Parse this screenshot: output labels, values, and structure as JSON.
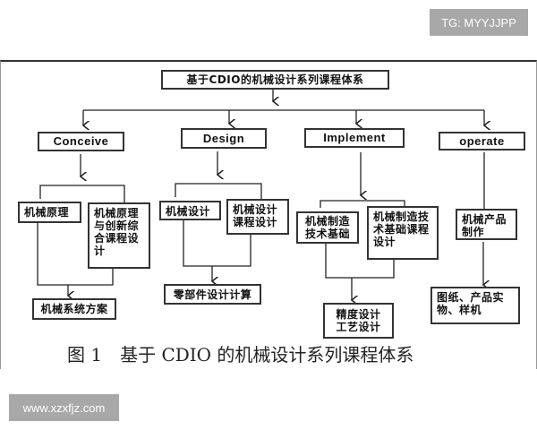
{
  "watermarks": {
    "top_right": "TG: MYYJJPP",
    "bottom_left": "www.xzxfjz.com"
  },
  "diagram": {
    "root": "基于CDIO的机械设计系列课程体系",
    "stages": [
      {
        "label": "Conceive",
        "courses": [
          "机械原理",
          "机械原理与创新综合课程设计"
        ],
        "result": "机械系统方案"
      },
      {
        "label": "Design",
        "courses": [
          "机械设计",
          "机械设计课程设计"
        ],
        "result": "零部件设计计算"
      },
      {
        "label": "Implement",
        "courses": [
          "机械制造技术基础",
          "机械制造技术基础课程设计"
        ],
        "result": "精度设计工艺设计"
      },
      {
        "label": "operate",
        "courses": [
          "机械产品制作"
        ],
        "result": "图纸、产品实物、样机"
      }
    ],
    "caption": "图 1　基于 CDIO 的机械设计系列课程体系"
  }
}
